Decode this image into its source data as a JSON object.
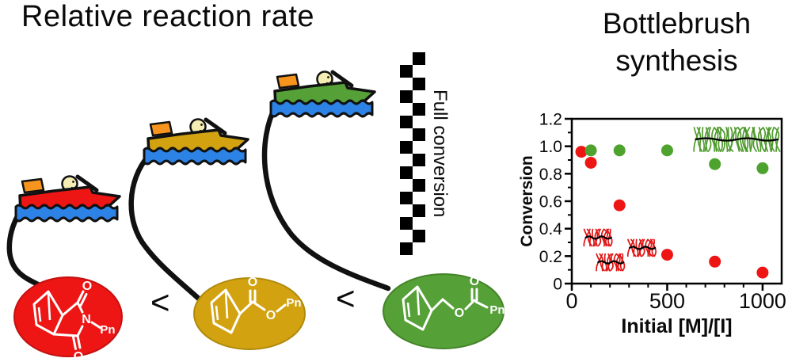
{
  "left_panel": {
    "title": "Relative reaction rate",
    "comparison_operators": [
      "<",
      "<"
    ],
    "full_conversion_label": "Full conversion",
    "colors": {
      "outline": "#111111",
      "rope": "#111111",
      "water": "#2d82e5",
      "flag": "#f7941d",
      "driver_skin": "#f4edb4",
      "checker_black": "#000000",
      "checker_white": "#ffffff"
    },
    "boats": [
      {
        "id": "red",
        "hull_color": "#ee1515"
      },
      {
        "id": "gold",
        "hull_color": "#d2a211"
      },
      {
        "id": "green",
        "hull_color": "#55a037"
      }
    ],
    "monomers": [
      {
        "id": "red",
        "ellipse_color": "#ee1515",
        "edge_color": "#c51111",
        "structure_color": "#ffffff",
        "atom_labels": {
          "carbonyl_o_top": "O",
          "carbonyl_o_bottom": "O",
          "nitrogen": "N",
          "substituent": "Pn"
        }
      },
      {
        "id": "gold",
        "ellipse_color": "#d2a211",
        "edge_color": "#b08a0c",
        "structure_color": "#ffffff",
        "atom_labels": {
          "carbonyl_o": "O",
          "ester_o": "O",
          "substituent": "Pn"
        }
      },
      {
        "id": "green",
        "ellipse_color": "#55a037",
        "edge_color": "#448529",
        "structure_color": "#ffffff",
        "atom_labels": {
          "ester_o": "O",
          "carbonyl_o": "O",
          "substituent": "Pn"
        }
      }
    ]
  },
  "right_panel": {
    "title": "Bottlebrush synthesis",
    "chart_data": {
      "type": "scatter",
      "title": "",
      "xlabel": "Initial [M]/[I]",
      "ylabel": "Conversion",
      "xlim": [
        0,
        1100
      ],
      "ylim": [
        0,
        1.2
      ],
      "x_tick_values": [
        0,
        500,
        1000
      ],
      "x_tick_labels": [
        "0",
        "500",
        "1000"
      ],
      "x_minor_tick_step": 100,
      "y_tick_values": [
        0,
        0.2,
        0.4,
        0.6,
        0.8,
        1.0,
        1.2
      ],
      "y_tick_labels": [
        "0",
        "0.2",
        "0.4",
        "0.6",
        "0.8",
        "1.0",
        "1.2"
      ],
      "y_minor_tick_step": 0.1,
      "grid": false,
      "legend": false,
      "series": [
        {
          "name": "green-monomer",
          "color": "#4ea32e",
          "points": [
            [
              100,
              0.97
            ],
            [
              250,
              0.97
            ],
            [
              500,
              0.97
            ],
            [
              750,
              0.87
            ],
            [
              1000,
              0.84
            ]
          ]
        },
        {
          "name": "red-monomer",
          "color": "#ee1515",
          "points": [
            [
              50,
              0.96
            ],
            [
              100,
              0.88
            ],
            [
              250,
              0.57
            ],
            [
              500,
              0.21
            ],
            [
              750,
              0.16
            ],
            [
              1000,
              0.08
            ]
          ]
        }
      ],
      "annotations": {
        "green_bottlebrush": {
          "x_start": 650,
          "x_end": 1080,
          "y": 1.05,
          "color": "#4f9a2e"
        },
        "red_bottlebrushes": [
          {
            "x": 140,
            "y": 0.335,
            "color": "#e01212"
          },
          {
            "x": 205,
            "y": 0.155,
            "color": "#e01212"
          },
          {
            "x": 370,
            "y": 0.26,
            "color": "#e01212"
          }
        ]
      }
    }
  }
}
